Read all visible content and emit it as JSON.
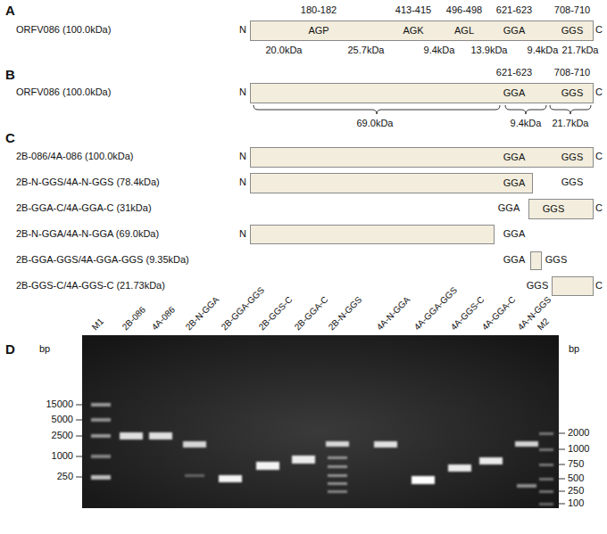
{
  "diagram": {
    "nodes": [
      {
        "text": [
          "AGP",
          "AGK",
          "AGL",
          "GGA",
          "GGS"
        ]
      },
      {
        "text": [
          "GGA",
          "GGS"
        ]
      },
      {
        "text": [
          "GGA",
          "GGS"
        ]
      },
      {
        "text": [
          "GGA"
        ]
      },
      {
        "text": [
          "GGS"
        ]
      }
    ],
    "labels": [
      "A",
      "ORFV086 (100.0kDa)",
      "N",
      "C",
      "180-182",
      "413-415",
      "496-498",
      "621-623",
      "708-710",
      "20.0kDa",
      "25.7kDa",
      "9.4kDa",
      "13.9kDa",
      "9.4kDa",
      "21.7kDa",
      "B",
      "ORFV086 (100.0kDa)",
      "N",
      "C",
      "621-623",
      "708-710",
      "69.0kDa",
      "9.4kDa",
      "21.7kDa",
      "C",
      "2B-086/4A-086 (100.0kDa)",
      "N",
      "C",
      "2B-N-GGS/4A-N-GGS (78.4kDa)",
      "N",
      "GGS",
      "2B-GGA-C/4A-GGA-C (31kDa)",
      "GGA",
      "C",
      "2B-N-GGA/4A-N-GGA (69.0kDa)",
      "N",
      "GGA",
      "2B-GGA-GGS/4A-GGA-GGS (9.35kDa)",
      "GGA",
      "GGS",
      "2B-GGS-C/4A-GGS-C (21.73kDa)",
      "GGS",
      "C",
      "D",
      "bp",
      "bp",
      "15000",
      "5000",
      "2500",
      "1000",
      "250",
      "2000",
      "1000",
      "750",
      "500",
      "250",
      "100",
      "M1",
      "2B-086",
      "4A-086",
      "2B-N-GGA",
      "2B-GGA-GGS",
      "2B-GGS-C",
      "2B-GGA-C",
      "2B-N-GGS",
      "4A-N-GGA",
      "4A-GGA-GGS",
      "4A-GGS-C",
      "4A-GGA-C",
      "4A-N-GGS",
      "M2"
    ]
  }
}
